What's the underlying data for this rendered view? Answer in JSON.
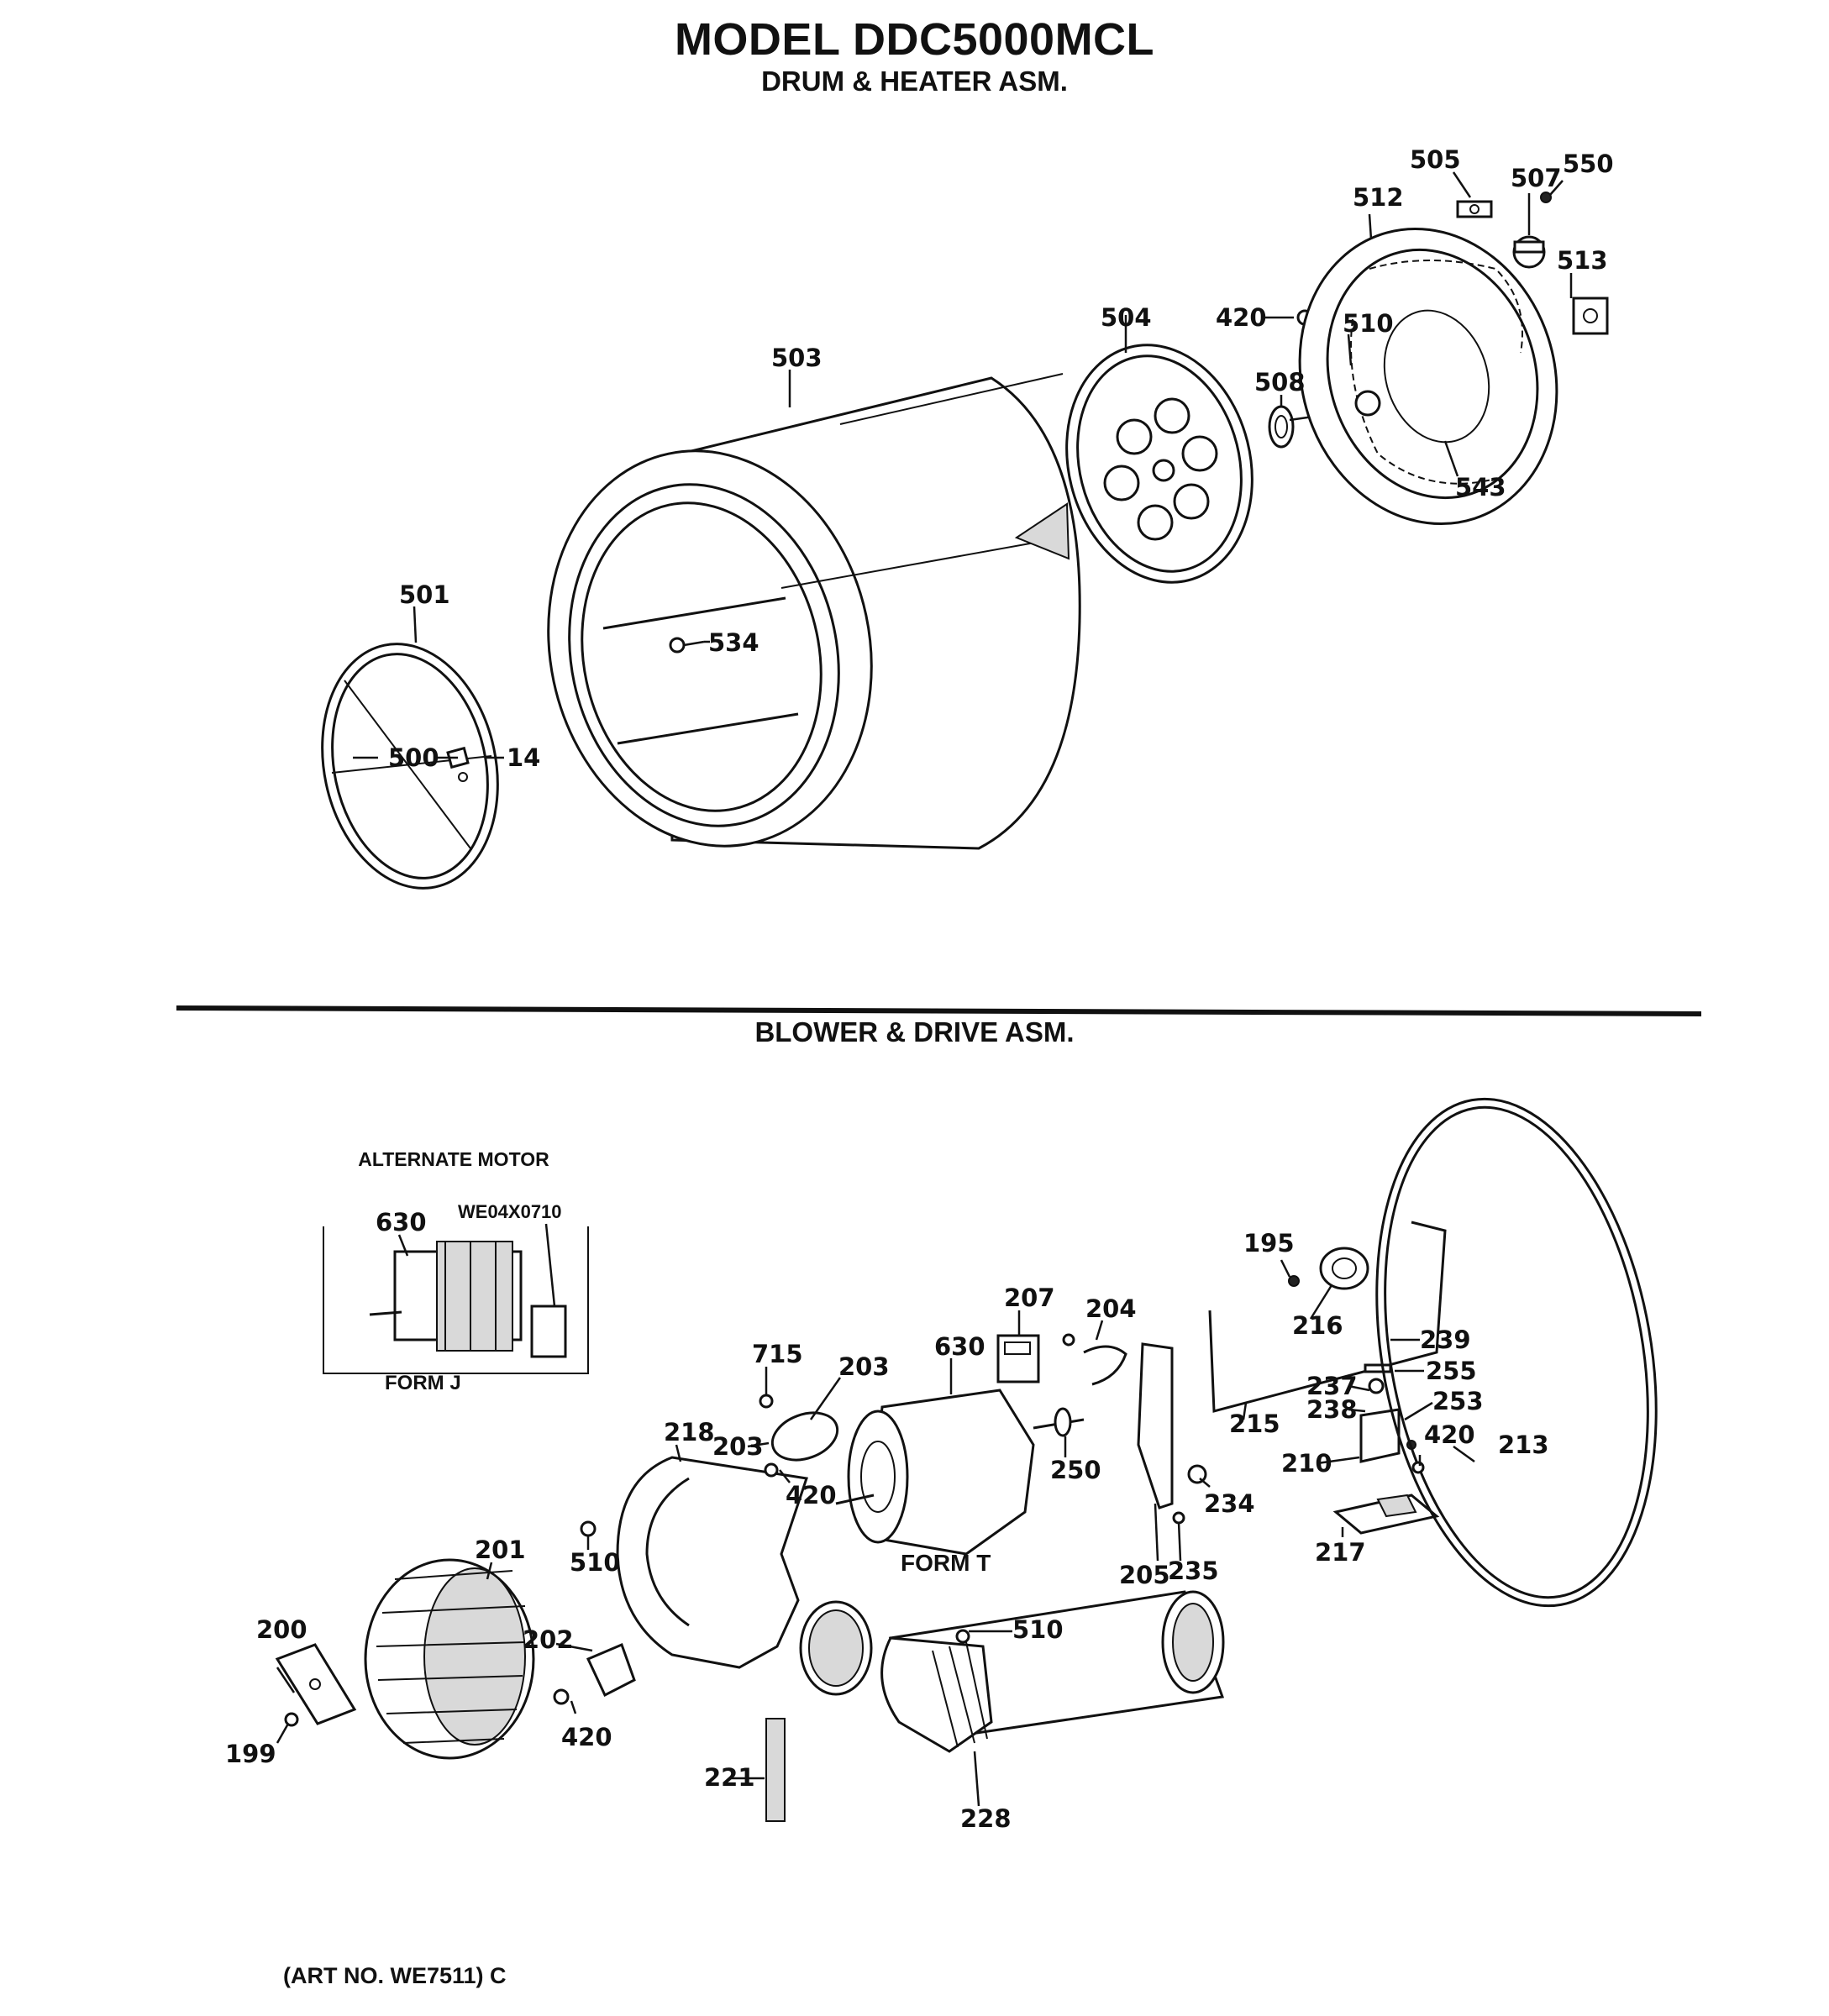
{
  "header": {
    "model_title": "MODEL DDC5000MCL",
    "drum_section_title": "DRUM & HEATER ASM.",
    "blower_section_title": "BLOWER & DRIVE ASM."
  },
  "alternate_motor": {
    "label": "ALTERNATE MOTOR",
    "part_number": "WE04X0710",
    "form_label": "FORM J"
  },
  "form_t_label": "FORM T",
  "footer": {
    "art_number": "(ART NO. WE7511) C"
  },
  "callouts": {
    "c501": "501",
    "c500": "500",
    "c14": "14",
    "c503": "503",
    "c534": "534",
    "c504": "504",
    "c420a": "420",
    "c508": "508",
    "c512": "512",
    "c510a": "510",
    "c505": "505",
    "c507": "507",
    "c550": "550",
    "c513": "513",
    "c543": "543",
    "c630a": "630",
    "c195": "195",
    "c216": "216",
    "c207": "207",
    "c204": "204",
    "c715": "715",
    "c203a": "203",
    "c630b": "630",
    "c239": "239",
    "c255": "255",
    "c237": "237",
    "c253": "253",
    "c238": "238",
    "c218": "218",
    "c203b": "203",
    "c215": "215",
    "c420b": "420",
    "c213": "213",
    "c250": "250",
    "c210": "210",
    "c420c": "420",
    "c234": "234",
    "c201": "201",
    "c510b": "510",
    "c205": "205",
    "c235": "235",
    "c217": "217",
    "c200": "200",
    "c202": "202",
    "c510c": "510",
    "c199": "199",
    "c420d": "420",
    "c221": "221",
    "c228": "228"
  }
}
